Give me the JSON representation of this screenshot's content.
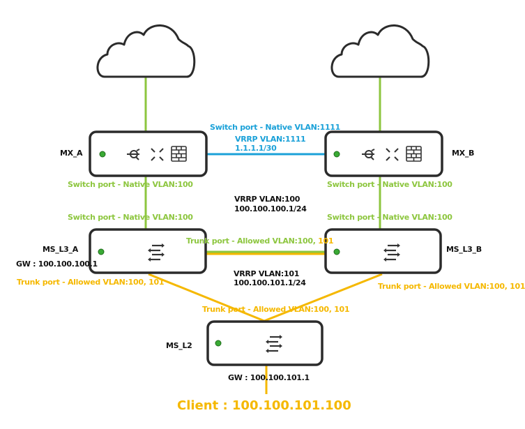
{
  "colors": {
    "green": "#8dc63f",
    "blue": "#1ba1d8",
    "yellow": "#f5b800",
    "device_border": "#2b2b2b",
    "status_led": "#3aaa35",
    "text": "#111111"
  },
  "clouds": [
    {
      "name": "internet-cloud-a",
      "icon": "cloud-icon"
    },
    {
      "name": "internet-cloud-b",
      "icon": "cloud-icon"
    }
  ],
  "devices": {
    "mx_a": {
      "label": "MX_A",
      "icons": [
        "vpn-icon",
        "route-arrows-icon",
        "firewall-icon"
      ]
    },
    "mx_b": {
      "label": "MX_B",
      "icons": [
        "vpn-icon",
        "route-arrows-icon",
        "firewall-icon"
      ]
    },
    "ms_l3_a": {
      "label": "MS_L3_A",
      "gateway": "GW : 100.100.100.1",
      "icons": [
        "switch-arrows-icon"
      ]
    },
    "ms_l3_b": {
      "label": "MS_L3_B",
      "icons": [
        "switch-arrows-icon"
      ]
    },
    "ms_l2": {
      "label": "MS_L2",
      "gateway": "GW : 100.100.101.1",
      "icons": [
        "switch-arrows-icon"
      ]
    }
  },
  "links": {
    "mx_interconnect": {
      "port": "Switch port - Native VLAN:1111",
      "vrrp": "VRRP VLAN:1111",
      "subnet": "1.1.1.1/30"
    },
    "mx_a_down": "Switch port - Native VLAN:100",
    "ms_l3_a_up": "Switch port - Native VLAN:100",
    "mx_b_down": "Switch port - Native VLAN:100",
    "ms_l3_b_up": "Switch port - Native VLAN:100",
    "vrrp_100": {
      "vrrp": "VRRP VLAN:100",
      "subnet": "100.100.100.1/24"
    },
    "l3_trunk": {
      "label_green": "Trunk port - Allowed VLAN:100, ",
      "label_yellow": "101"
    },
    "vrrp_101": {
      "vrrp": "VRRP VLAN:101",
      "subnet": "100.100.101.1/24"
    },
    "ms_l3_a_down": "Trunk port - Allowed VLAN:100, 101",
    "ms_l3_b_down": "Trunk port - Allowed VLAN:100, 101",
    "ms_l2_up": "Trunk port - Allowed VLAN:100, 101"
  },
  "client": {
    "label": "Client : 100.100.101.100"
  }
}
